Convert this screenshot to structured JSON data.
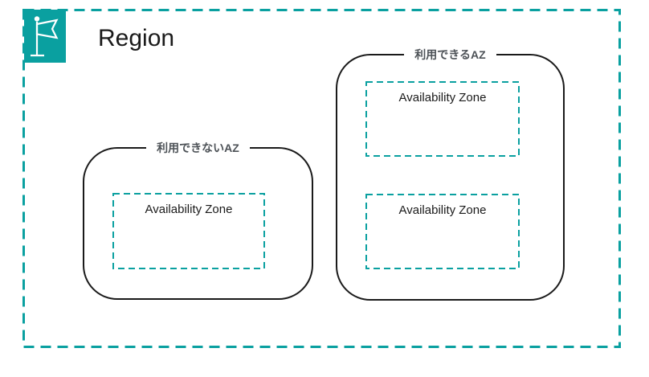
{
  "region": {
    "label": "Region",
    "icon": "region-flag-icon"
  },
  "groups": [
    {
      "label": "利用できないAZ",
      "availability_zones": [
        "Availability Zone"
      ]
    },
    {
      "label": "利用できるAZ",
      "availability_zones": [
        "Availability Zone",
        "Availability Zone"
      ]
    }
  ],
  "colors": {
    "teal": "#0AA0A0",
    "outline": "#1A1A1A",
    "text": "#1A1A1A",
    "label": "#4D5257"
  }
}
